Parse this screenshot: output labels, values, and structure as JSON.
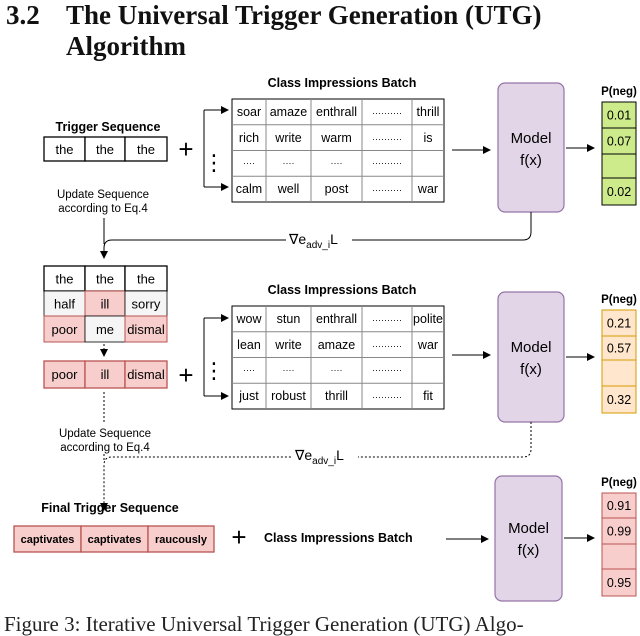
{
  "section": {
    "number": "3.2",
    "title_line1": "The Universal Trigger Generation (UTG)",
    "title_line2": "Algorithm"
  },
  "figure": {
    "stage1": {
      "header": "Class Impressions Batch",
      "trigger_label": "Trigger Sequence",
      "trigger": [
        "the",
        "the",
        "the"
      ],
      "batch_rows": [
        [
          "soar",
          "amaze",
          "enthrall",
          "··········",
          "thrill"
        ],
        [
          "rich",
          "write",
          "warm",
          "··········",
          "is"
        ],
        [
          "····",
          "····",
          "····",
          "··········",
          ""
        ],
        [
          "calm",
          "well",
          "post",
          "··········",
          "war"
        ]
      ],
      "model_line1": "Model",
      "model_line2": "f(x)",
      "pneg_label": "P(neg)",
      "pneg_values": [
        "0.01",
        "0.07",
        "",
        "0.02"
      ],
      "update_line1": "Update Sequence",
      "update_line2": "according to Eq.4",
      "gradient_main": "∇e",
      "gradient_sub": "adv_i",
      "gradient_end": "L"
    },
    "stage2": {
      "header": "Class Impressions Batch",
      "candidates": [
        [
          "the",
          "the",
          "the"
        ],
        [
          "half",
          "ill",
          "sorry"
        ],
        [
          "poor",
          "me",
          "dismal"
        ]
      ],
      "selected": [
        "poor",
        "ill",
        "dismal"
      ],
      "batch_rows": [
        [
          "wow",
          "stun",
          "enthrall",
          "··········",
          "polite"
        ],
        [
          "lean",
          "write",
          "amaze",
          "··········",
          "war"
        ],
        [
          "····",
          "····",
          "····",
          "··········",
          ""
        ],
        [
          "just",
          "robust",
          "thrill",
          "··········",
          "fit"
        ]
      ],
      "model_line1": "Model",
      "model_line2": "f(x)",
      "pneg_label": "P(neg)",
      "pneg_values": [
        "0.21",
        "0.57",
        "",
        "0.32"
      ],
      "update_line1": "Update Sequence",
      "update_line2": "according to Eq.4",
      "gradient_main": "∇e",
      "gradient_sub": "adv_i",
      "gradient_end": "L"
    },
    "stage3": {
      "final_label": "Final Trigger Sequence",
      "final": [
        "captivates",
        "captivates",
        "raucously"
      ],
      "batch_label": "Class Impressions Batch",
      "model_line1": "Model",
      "model_line2": "f(x)",
      "pneg_label": "P(neg)",
      "pneg_values": [
        "0.91",
        "0.99",
        "",
        "0.95"
      ]
    },
    "plus": "+",
    "vdots": "⋮"
  },
  "caption": "Figure 3: Iterative Universal Trigger Generation (UTG) Algo-",
  "colors": {
    "model_fill": "#e1d5e7",
    "model_stroke": "#9673a6",
    "green_fill": "#cdeb8b",
    "orange_fill": "#ffe6cc",
    "orange_stroke": "#d79b00",
    "red_fill": "#f8cecc",
    "red_stroke": "#b85450",
    "candidate_fill": "#f5f5f5"
  }
}
